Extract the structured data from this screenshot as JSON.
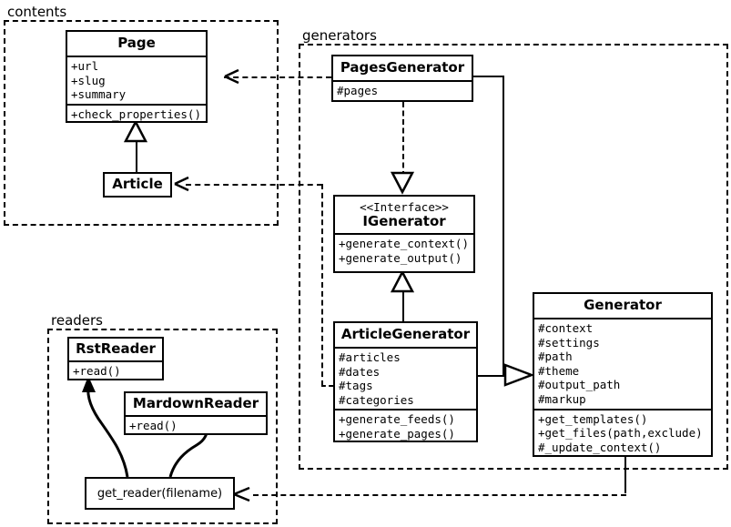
{
  "diagram": {
    "kind": "uml-class-diagram",
    "background": "#ffffff",
    "stroke": "#000000"
  },
  "packages": [
    {
      "id": "contents",
      "label": "contents"
    },
    {
      "id": "generators",
      "label": "generators"
    },
    {
      "id": "readers",
      "label": "readers"
    }
  ],
  "classes": {
    "page": {
      "name": "Page",
      "attributes": [
        "+url",
        "+slug",
        "+summary"
      ],
      "operations": [
        "+check_properties()"
      ]
    },
    "article": {
      "name": "Article",
      "attributes": [],
      "operations": []
    },
    "pages_generator": {
      "name": "PagesGenerator",
      "attributes": [
        "#pages"
      ],
      "operations": []
    },
    "igenerator": {
      "stereotype": "<<Interface>>",
      "name": "IGenerator",
      "attributes": [],
      "operations": [
        "+generate_context()",
        "+generate_output()"
      ]
    },
    "article_generator": {
      "name": "ArticleGenerator",
      "attributes": [
        "#articles",
        "#dates",
        "#tags",
        "#categories"
      ],
      "operations": [
        "+generate_feeds()",
        "+generate_pages()"
      ]
    },
    "generator": {
      "name": "Generator",
      "attributes": [
        "#context",
        "#settings",
        "#path",
        "#theme",
        "#output_path",
        "#markup"
      ],
      "operations": [
        "+get_templates()",
        "+get_files(path,exclude)",
        "#_update_context()"
      ]
    },
    "rst_reader": {
      "name": "RstReader",
      "attributes": [],
      "operations": [
        "+read()"
      ]
    },
    "mardown_reader": {
      "name": "MardownReader",
      "attributes": [],
      "operations": [
        "+read()"
      ]
    },
    "get_reader": {
      "name": "get_reader(filename)"
    }
  },
  "relationships": [
    {
      "from": "article",
      "to": "page",
      "type": "generalization",
      "label": ""
    },
    {
      "from": "pages_generator",
      "to": "igenerator",
      "type": "realization",
      "label": ""
    },
    {
      "from": "article_generator",
      "to": "igenerator",
      "type": "generalization",
      "label": ""
    },
    {
      "from": "pages_generator",
      "to": "generator",
      "type": "generalization",
      "label": ""
    },
    {
      "from": "article_generator",
      "to": "generator",
      "type": "generalization",
      "label": ""
    },
    {
      "from": "pages_generator",
      "to": "page",
      "type": "dependency",
      "label": ""
    },
    {
      "from": "article_generator",
      "to": "article",
      "type": "dependency",
      "label": ""
    },
    {
      "from": "generator",
      "to": "get_reader",
      "type": "dependency",
      "label": ""
    },
    {
      "from": "get_reader",
      "to": "rst_reader",
      "type": "creates",
      "label": ""
    },
    {
      "from": "get_reader",
      "to": "mardown_reader",
      "type": "creates",
      "label": ""
    }
  ]
}
